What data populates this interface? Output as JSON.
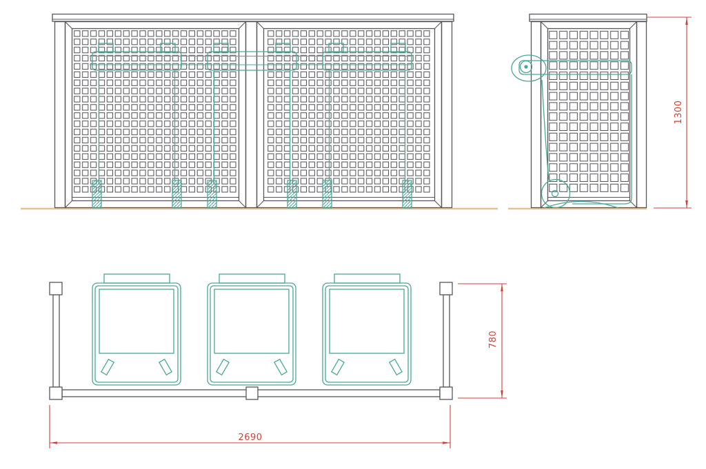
{
  "drawing": {
    "dimension_labels": {
      "overall_width": "2690",
      "overall_depth": "780",
      "overall_height": "1300"
    },
    "colors": {
      "linework": "#54565a",
      "bins": "#48a897",
      "dimensions": "#d04038",
      "ground": "#eac08a",
      "background": "#ffffff"
    }
  }
}
